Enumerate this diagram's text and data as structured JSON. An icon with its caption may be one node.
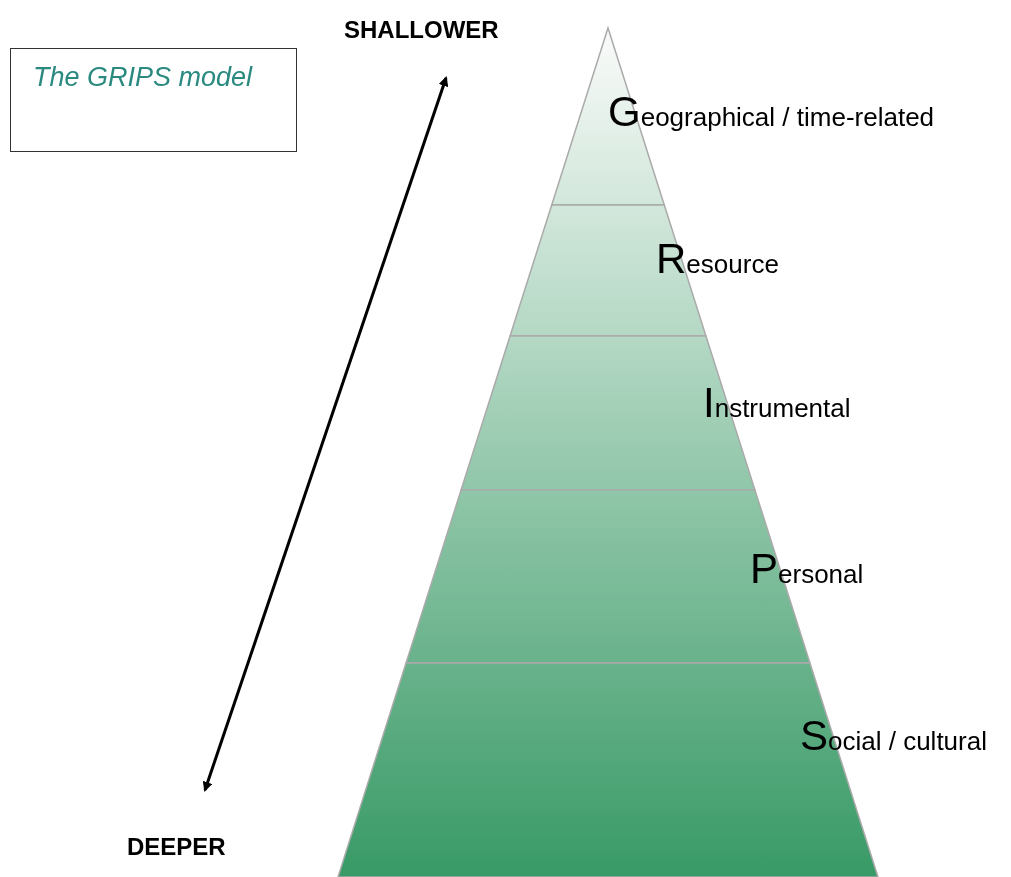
{
  "diagram": {
    "title": "The GRIPS model",
    "nodes": [
      {
        "text": [
          "Geographical / time-related"
        ]
      },
      {
        "text": [
          "Resource"
        ]
      },
      {
        "text": [
          "Instrumental"
        ]
      },
      {
        "text": [
          "Personal"
        ]
      },
      {
        "text": [
          "Social / cultural"
        ]
      }
    ],
    "labels": [
      "SHALLOWER",
      "DEEPER"
    ]
  }
}
